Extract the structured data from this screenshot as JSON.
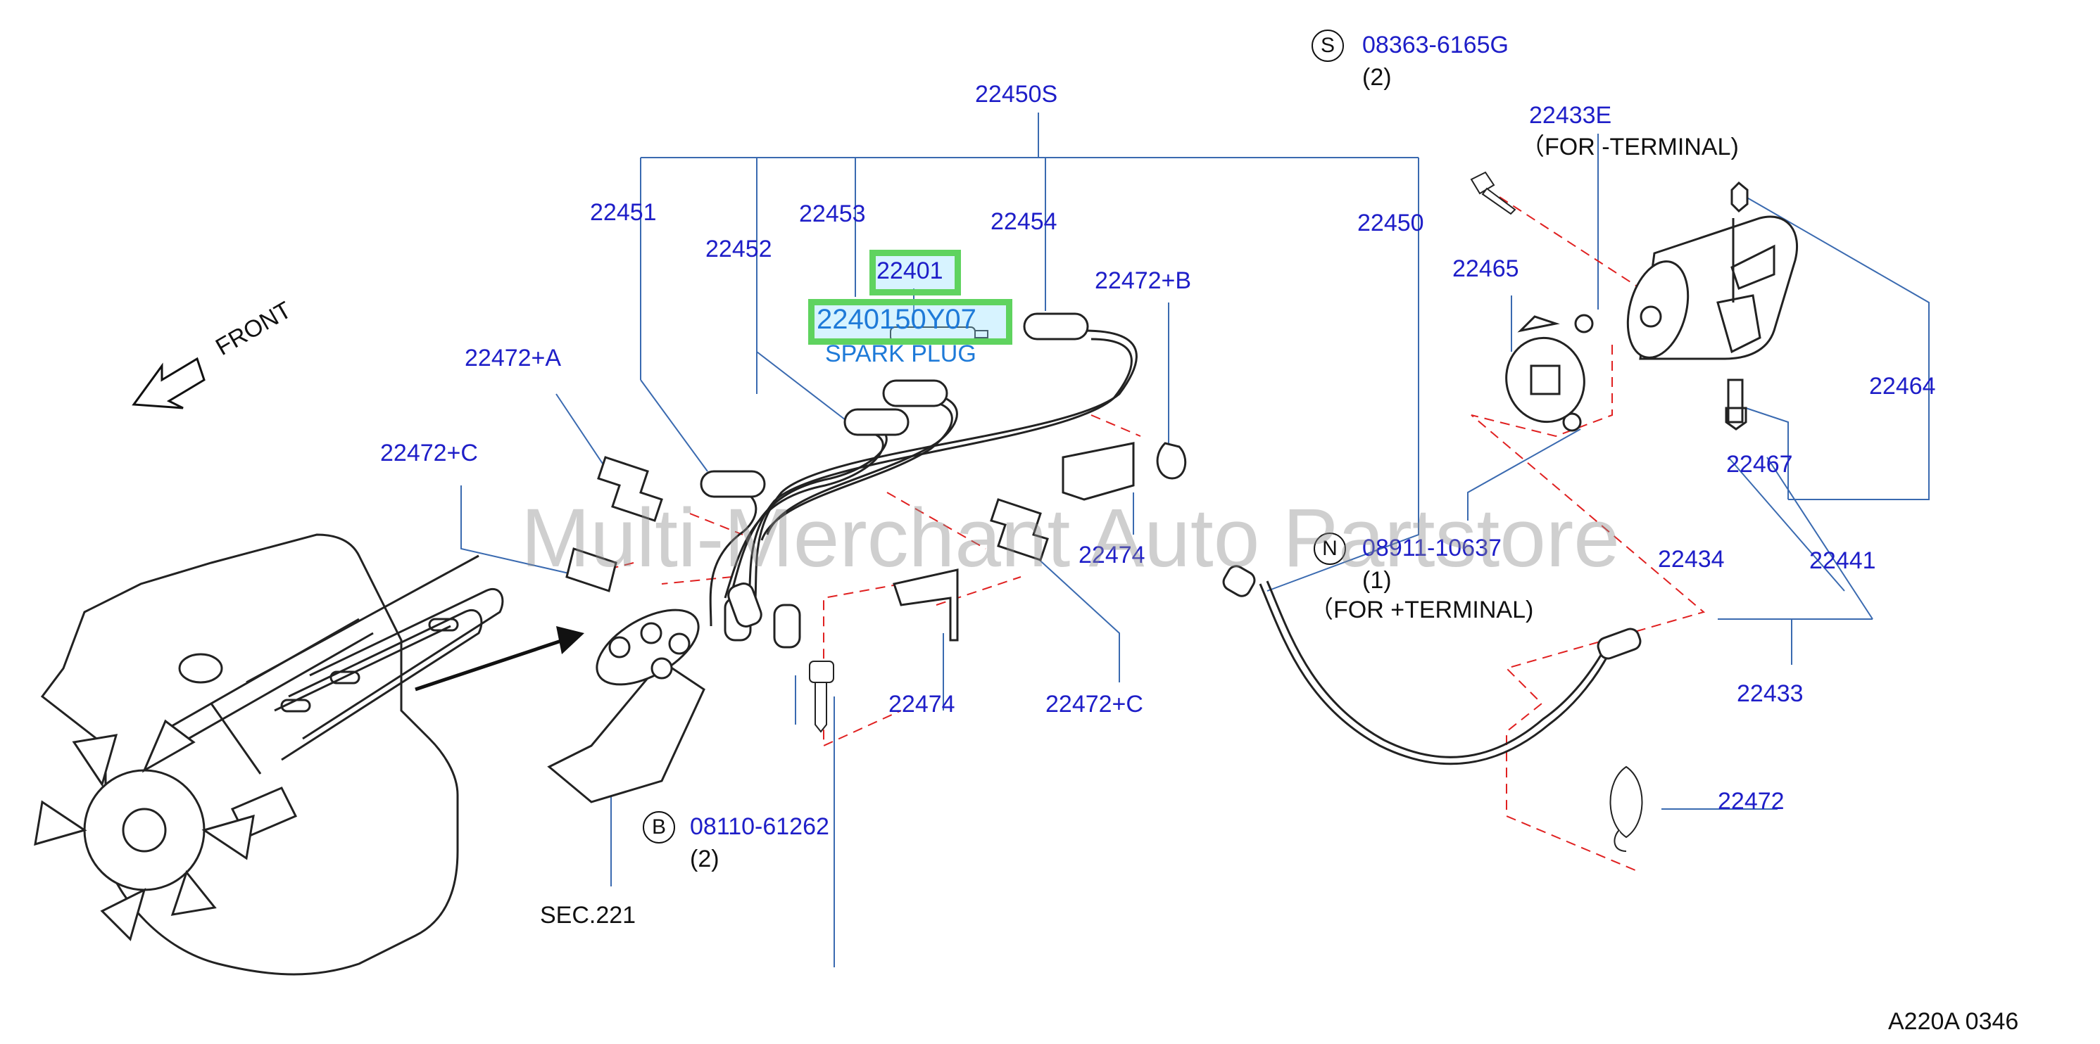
{
  "labels": {
    "p22450S": "22450S",
    "p22451": "22451",
    "p22452": "22452",
    "p22453": "22453",
    "p22454": "22454",
    "p22401": "22401",
    "p2240150Y07": "2240150Y07",
    "spark_plug": "SPARK PLUG",
    "p22472B": "22472+B",
    "p22472A": "22472+A",
    "p22472C_left": "22472+C",
    "p22474_mid": "22474",
    "p22474_low": "22474",
    "p22472C_low": "22472+C",
    "p22450": "22450",
    "p22465": "22465",
    "p22433E": "22433E",
    "for_minus": "（FOR   -TERMINAL)",
    "s_part": "08363-6165G",
    "s_qty": "(2)",
    "p22464": "22464",
    "p22467": "22467",
    "p22434": "22434",
    "p22441": "22441",
    "p22433": "22433",
    "p22472": "22472",
    "n_part": "08911-10637",
    "n_qty": "(1)",
    "for_plus": "（FOR   +TERMINAL)",
    "b_part": "08110-61262",
    "b_qty": "(2)",
    "sec": "SEC.221",
    "front": "FRONT",
    "ref": "A220A   0346"
  },
  "callouts": {
    "s": "S",
    "n": "N",
    "b": "B"
  },
  "watermark": "Multi-Merchant Auto Partstore",
  "colors": {
    "label": "#1e1ec8",
    "leader": "#3a6ab0",
    "dashed": "#e02020",
    "highlight": "#5fd35f",
    "drawing": "#111111"
  }
}
